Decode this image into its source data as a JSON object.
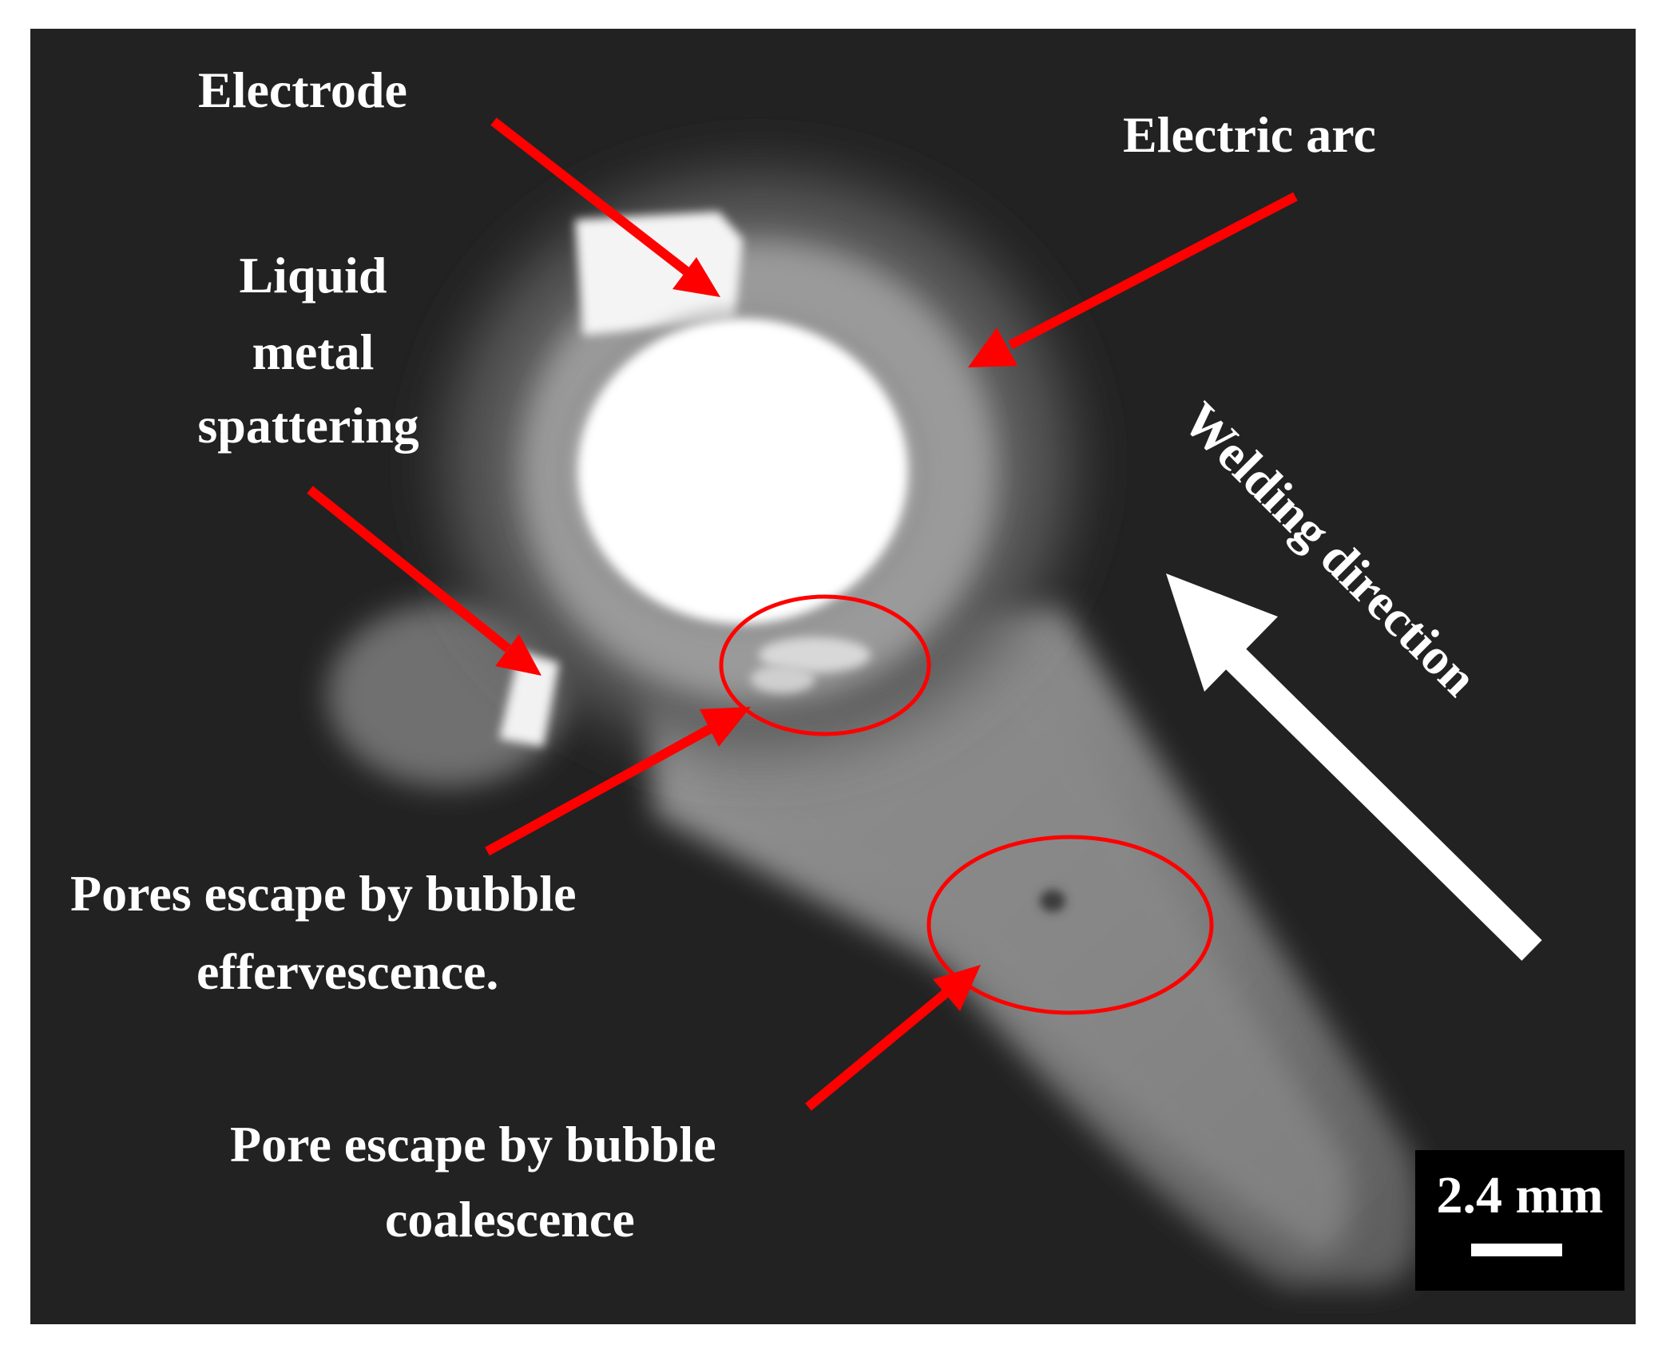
{
  "figure": {
    "labels": {
      "electrode": "Electrode",
      "electric_arc": "Electric arc",
      "spatter_line1": "Liquid",
      "spatter_line2": "metal",
      "spatter_line3": "spattering",
      "effervescence_line1": "Pores escape by bubble",
      "effervescence_line2": "effervescence.",
      "coalescence_line1": "Pore  escape by bubble",
      "coalescence_line2": "coalescence",
      "welding_direction": "Welding direction"
    },
    "scale_bar": {
      "label": "2.4 mm"
    },
    "colors": {
      "background": "#222222",
      "annotation": "#ff0000",
      "text": "#ffffff",
      "frame": "#ffffff"
    }
  }
}
